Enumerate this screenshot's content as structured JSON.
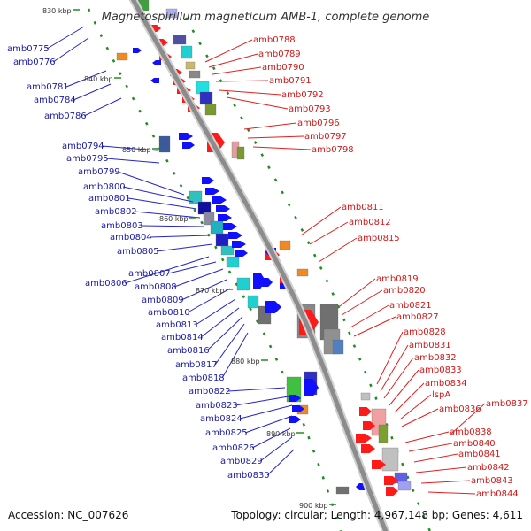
{
  "title": "Magnetospirillum magneticum AMB-1, complete genome",
  "accession": "Accession: NC_007626",
  "topology": "Topology: circular; Length: 4,967,148 bp; Genes: 4,611",
  "colors": {
    "left_label": "#1a1aa8",
    "right_label": "#d01818",
    "left_line": "#2424c8",
    "right_line": "#e02020",
    "backbone": "#8c8c8c",
    "tick": "#228b22"
  },
  "kbp_markers": [
    {
      "id": "830",
      "text": "830 kbp"
    },
    {
      "id": "840",
      "text": "840 kbp"
    },
    {
      "id": "850",
      "text": "850 kbp"
    },
    {
      "id": "860",
      "text": "860 kbp"
    },
    {
      "id": "870",
      "text": "870 kbp"
    },
    {
      "id": "880",
      "text": "880 kbp"
    },
    {
      "id": "890",
      "text": "890 kbp"
    },
    {
      "id": "900",
      "text": "900 kbp"
    }
  ],
  "left_labels": [
    "amb0775",
    "amb0776",
    "amb0781",
    "amb0784",
    "amb0786",
    "amb0794",
    "amb0795",
    "amb0799",
    "amb0800",
    "amb0801",
    "amb0802",
    "amb0803",
    "amb0804",
    "amb0805",
    "amb0806",
    "amb0807",
    "amb0808",
    "amb0809",
    "amb0810",
    "amb0813",
    "amb0814",
    "amb0816",
    "amb0817",
    "amb0818",
    "amb0822",
    "amb0823",
    "amb0824",
    "amb0825",
    "amb0826",
    "amb0829",
    "amb0830"
  ],
  "right_labels": [
    "amb0788",
    "amb0789",
    "amb0790",
    "amb0791",
    "amb0792",
    "amb0793",
    "amb0796",
    "amb0797",
    "amb0798",
    "amb0811",
    "amb0812",
    "amb0815",
    "amb0819",
    "amb0820",
    "amb0821",
    "amb0827",
    "amb0828",
    "amb0831",
    "amb0832",
    "amb0833",
    "amb0834",
    "lspA",
    "amb0836",
    "amb0837",
    "amb0838",
    "amb0840",
    "amb0841",
    "amb0842",
    "amb0843",
    "amb0844"
  ]
}
